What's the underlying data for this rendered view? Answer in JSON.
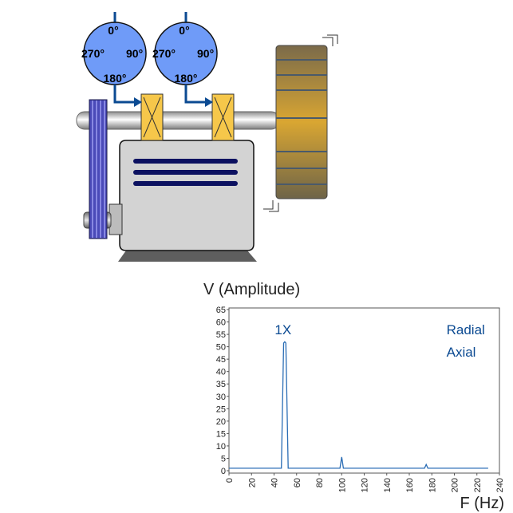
{
  "machine": {
    "dial_1": {
      "top": "0°",
      "left": "270°",
      "right": "90°",
      "bottom": "180°"
    },
    "dial_2": {
      "top": "0°",
      "left": "270°",
      "right": "90°",
      "bottom": "180°"
    }
  },
  "chart_data": {
    "type": "line",
    "ylabel": "V (Amplitude)",
    "xlabel": "F (Hz)",
    "xlim": [
      0,
      240
    ],
    "ylim": [
      0,
      65
    ],
    "xticks": [
      0,
      20,
      40,
      60,
      80,
      100,
      120,
      140,
      160,
      180,
      200,
      220,
      240
    ],
    "yticks": [
      0,
      5,
      10,
      15,
      20,
      25,
      30,
      35,
      40,
      45,
      50,
      55,
      60,
      65
    ],
    "annotations": [
      {
        "text": "1X",
        "x": 48,
        "y": 55
      },
      {
        "text": "Radial",
        "x": 193,
        "y": 55
      },
      {
        "text": "Axial",
        "x": 193,
        "y": 46
      }
    ],
    "series": [
      {
        "color": "#2a6db5",
        "x": [
          0,
          46.5,
          48.5,
          49.5,
          50.5,
          52.5,
          98.5,
          100,
          101.5,
          173.5,
          175,
          176.5,
          230
        ],
        "y": [
          1,
          1,
          51.5,
          52,
          51.5,
          1,
          1,
          5.5,
          1,
          1,
          2.5,
          1,
          1
        ]
      }
    ]
  }
}
